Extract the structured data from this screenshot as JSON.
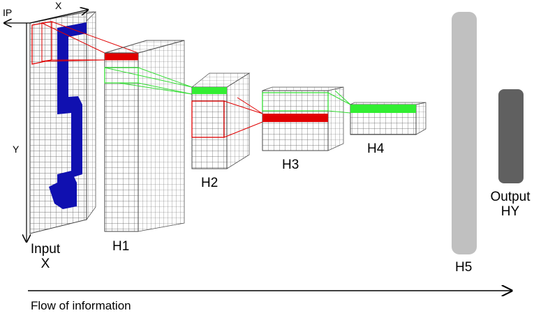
{
  "labels": {
    "input_line1": "Input",
    "input_line2": "X",
    "ip": "IP",
    "x": "X",
    "y": "Y",
    "h1": "H1",
    "h2": "H2",
    "h3": "H3",
    "h4": "H4",
    "h5": "H5",
    "output_line1": "Output",
    "output_line2": "HY",
    "flow": "Flow of information"
  },
  "colors": {
    "digit": "#1010b0",
    "kernel_red": "#e00000",
    "kernel_green": "#33ee33",
    "h5": "#c0c0c0",
    "output": "#606060",
    "grid_line": "#555555"
  }
}
